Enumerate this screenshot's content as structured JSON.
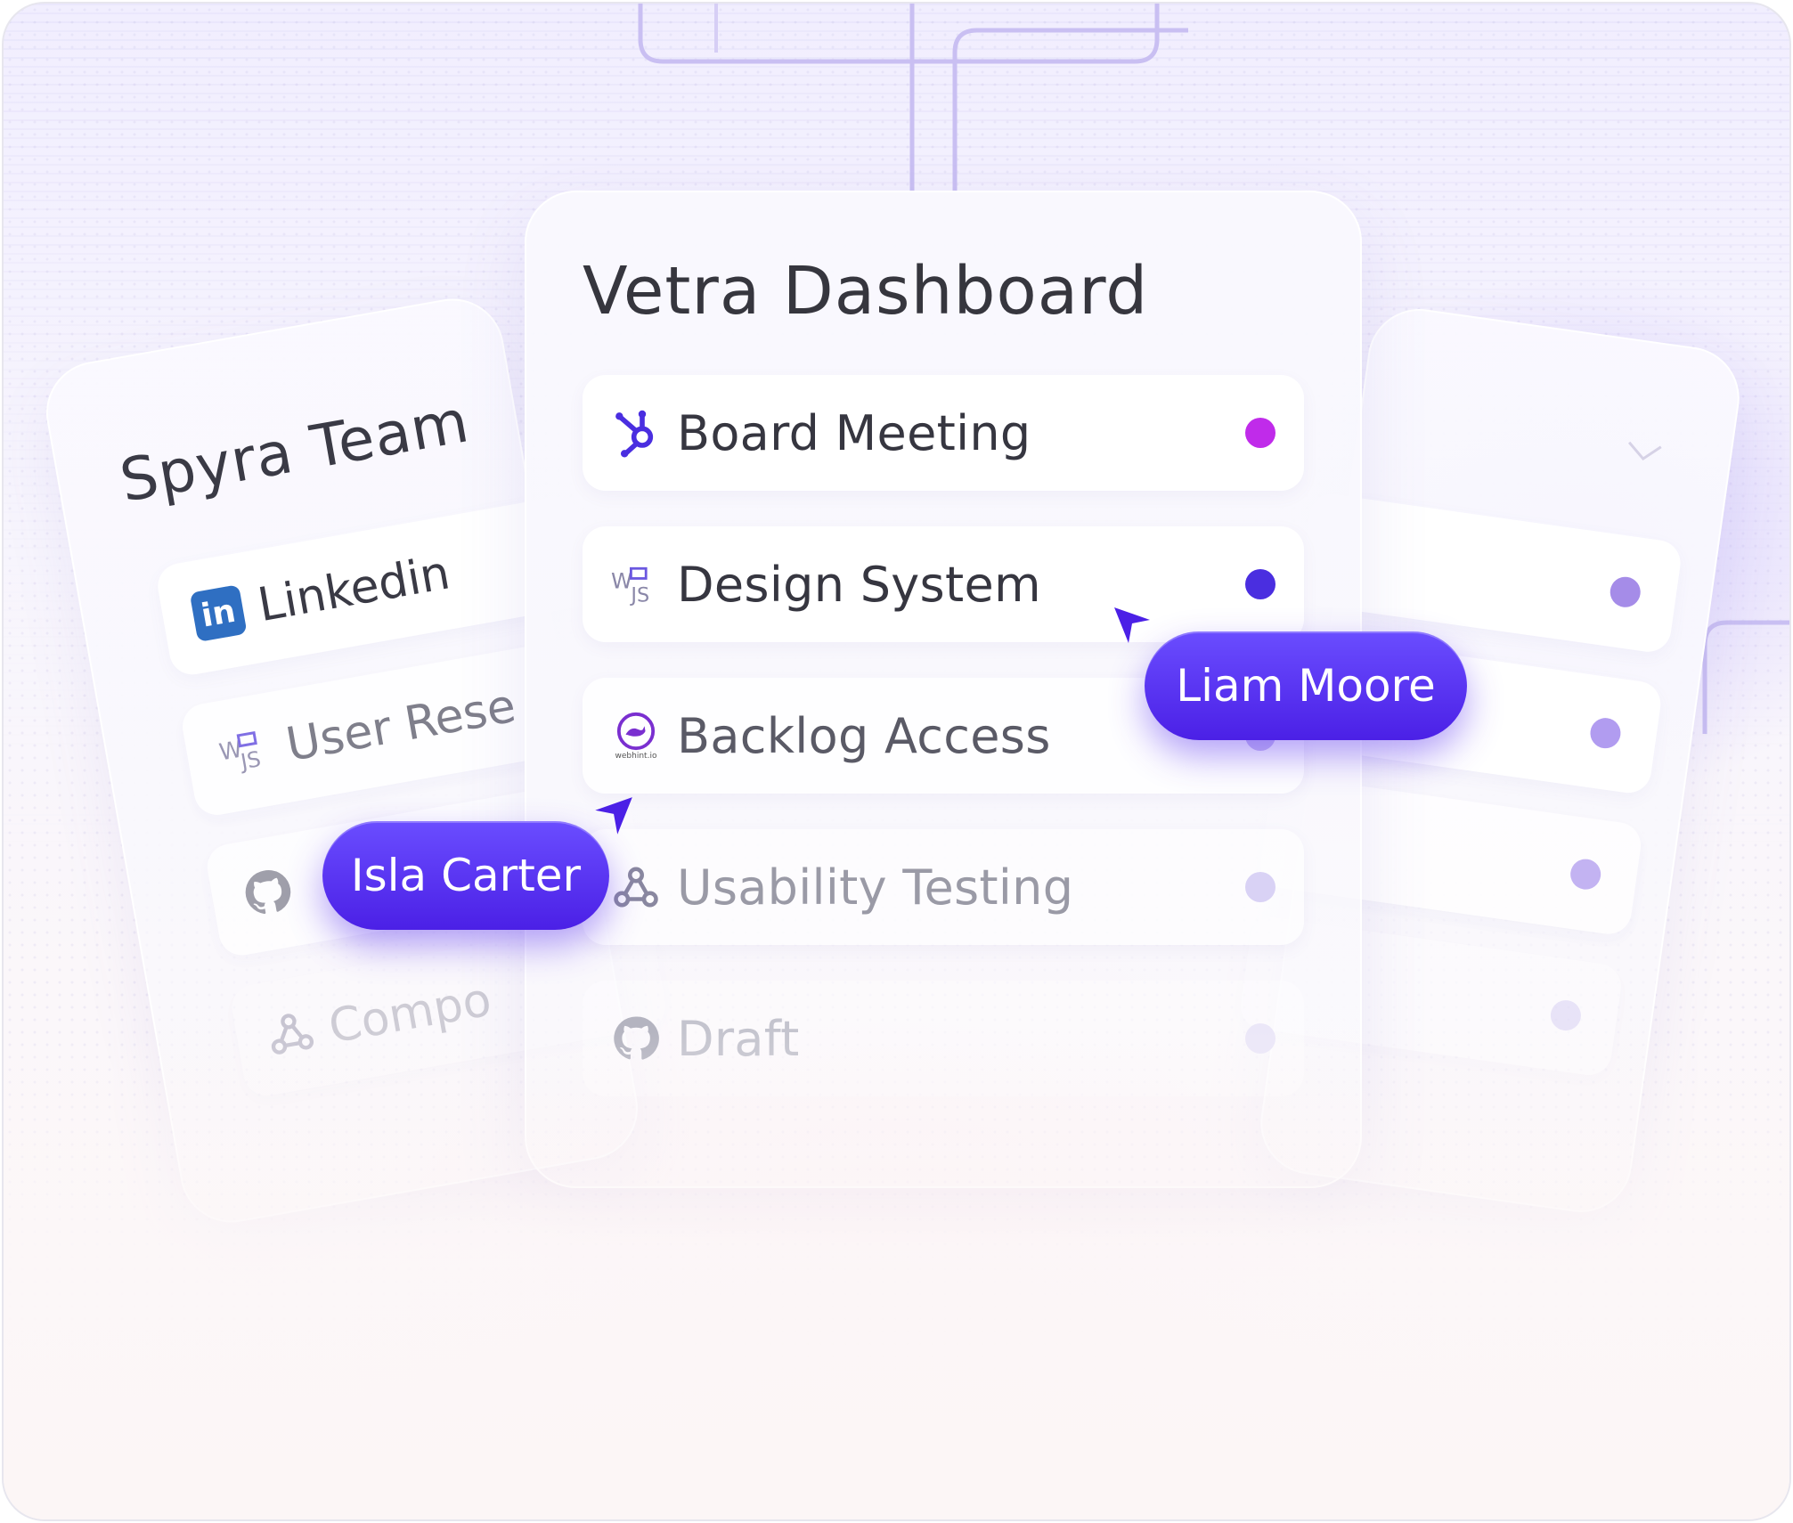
{
  "colors": {
    "accent": "#4b20e6",
    "dot_magenta": "#c02bea",
    "dot_indigo": "#4a2ee0",
    "dot_lavender": "#a58ce8"
  },
  "center_card": {
    "title": "Vetra Dashboard",
    "rows": [
      {
        "label": "Board Meeting",
        "icon": "hubspot-icon"
      },
      {
        "label": "Design System",
        "icon": "webjs-icon"
      },
      {
        "label": "Backlog Access",
        "icon": "webhint-icon",
        "icon_caption": "webhint.io"
      },
      {
        "label": "Usability Testing",
        "icon": "webhooks-icon"
      },
      {
        "label": "Draft",
        "icon": "github-icon"
      }
    ]
  },
  "left_card": {
    "title": "Spyra Team",
    "rows": [
      {
        "label": "Linkedin",
        "icon": "linkedin-icon",
        "icon_text": "in"
      },
      {
        "label": "User Rese",
        "icon": "webjs-icon"
      },
      {
        "label": "",
        "icon": "github-icon"
      },
      {
        "label": "Compo",
        "icon": "webhooks-icon"
      }
    ]
  },
  "right_card": {
    "icon": "chevron-down-icon"
  },
  "collaborators": [
    {
      "name": "Liam Moore"
    },
    {
      "name": "Isla Carter"
    }
  ]
}
